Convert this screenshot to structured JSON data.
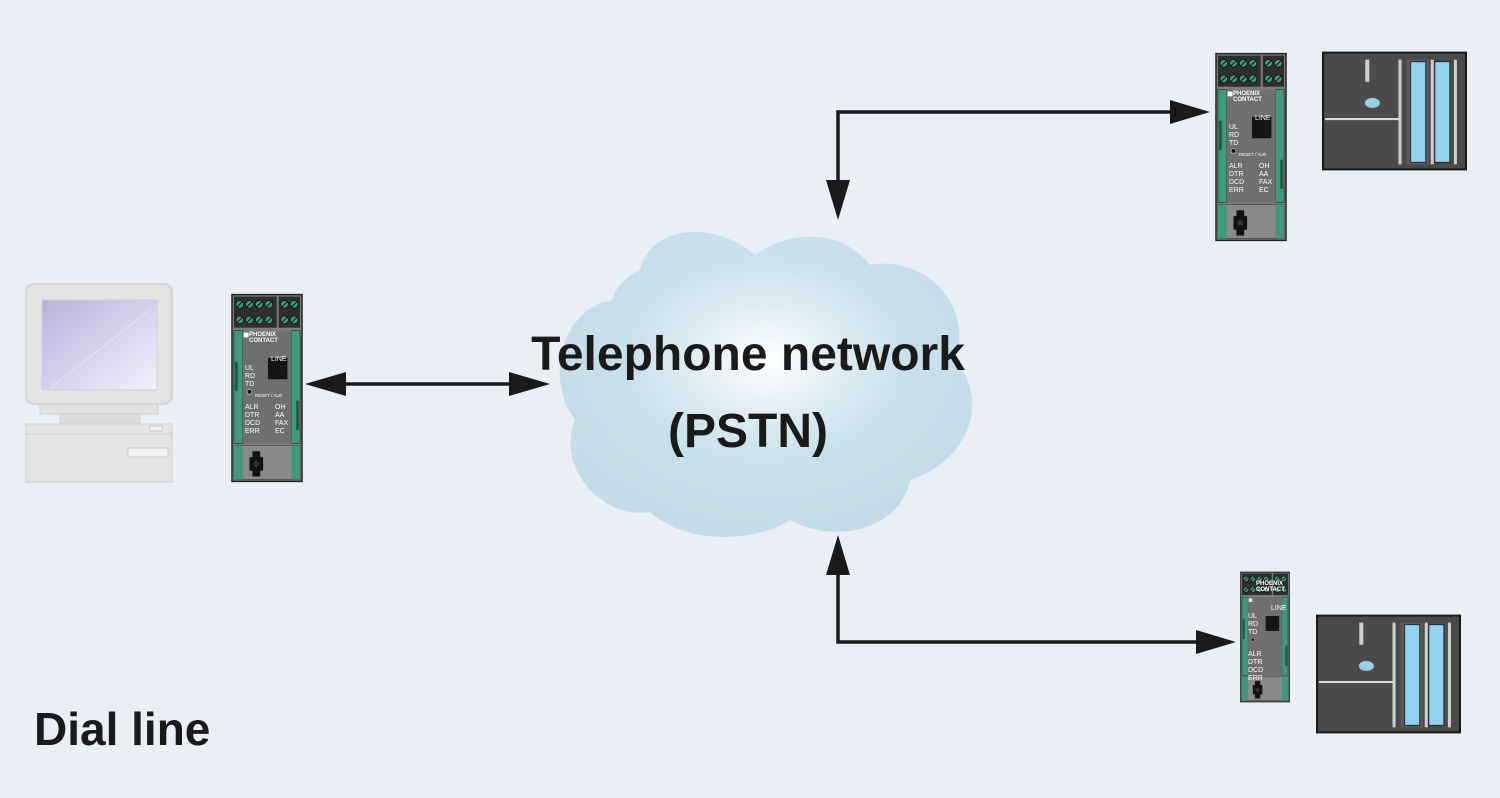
{
  "diagram": {
    "cloud_label_line1": "Telephone network",
    "cloud_label_line2": "(PSTN)",
    "caption": "Dial line"
  },
  "modem": {
    "brand_line1": "PHOENIX",
    "brand_line2": "CONTACT",
    "line_label": "LINE",
    "reset_label": "RESET / ALR",
    "leds_top": [
      "UL",
      "RD",
      "TD"
    ],
    "leds_left": [
      "ALR",
      "DTR",
      "DCD",
      "ERR"
    ],
    "leds_right": [
      "OH",
      "AA",
      "FAX",
      "EC"
    ]
  },
  "colors": {
    "background": "#e9eff5",
    "cloud": "#c9e1ea",
    "modem_body": "#7a7a7a",
    "modem_rail": "#3c9a7e",
    "plc_body": "#4a4a4a",
    "plc_slot": "#8fd3f0",
    "arrow": "#1a1a1a"
  },
  "icons": [
    "computer-icon",
    "modem-icon",
    "plc-icon",
    "cloud-icon"
  ]
}
